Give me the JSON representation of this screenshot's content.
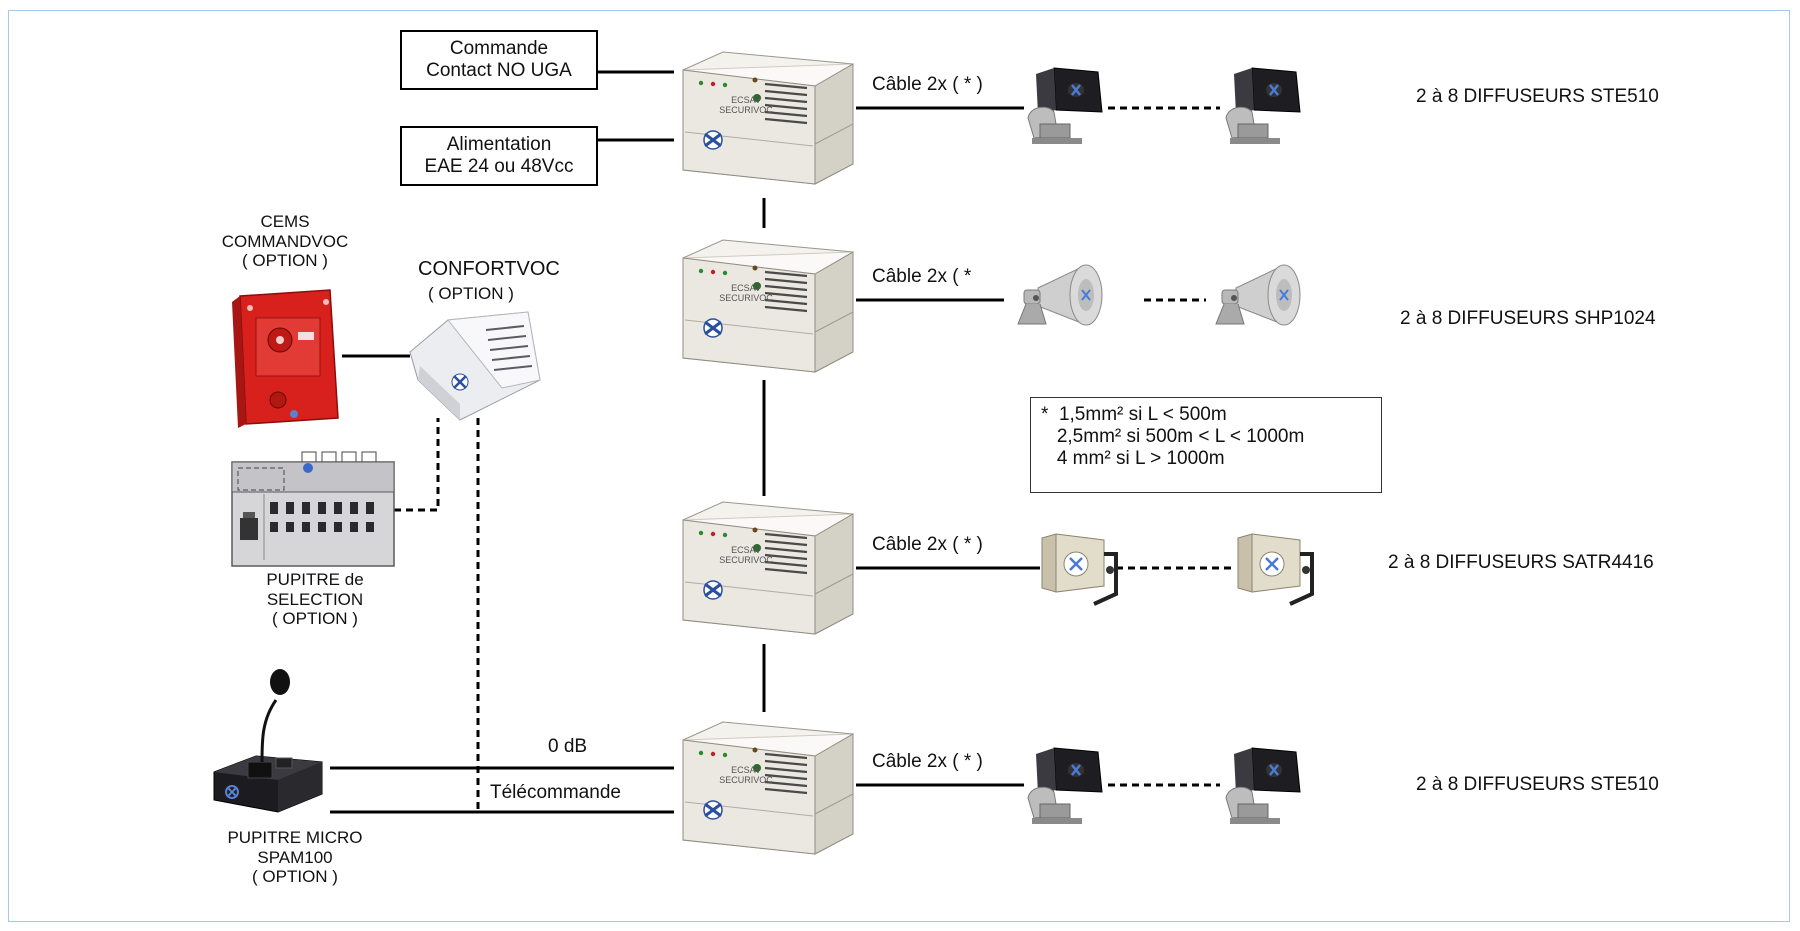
{
  "top_boxes": {
    "commande": [
      "Commande",
      "Contact NO UGA"
    ],
    "alimentation": [
      "Alimentation",
      "EAE 24 ou 48Vcc"
    ]
  },
  "options": {
    "cems": [
      "CEMS",
      "COMMANDVOC",
      "( OPTION )"
    ],
    "confortvoc": [
      "CONFORTVOC",
      "( OPTION )"
    ],
    "pupitre_selection": [
      "PUPITRE de",
      "SELECTION",
      "( OPTION )"
    ],
    "pupitre_micro": [
      "PUPITRE MICRO",
      "SPAM100",
      "( OPTION )"
    ]
  },
  "ecsav_label": [
    "ECSAV",
    "SECURIVOC"
  ],
  "links": {
    "row1": "Câble 2x ( * )",
    "row2": "Câble 2x ( *",
    "row3": "Câble 2x ( * )",
    "row4": "Câble 2x ( * )",
    "zero_db": "0 dB",
    "telecommande": "Télécommande"
  },
  "diffuseurs": {
    "row1": "2 à 8 DIFFUSEURS STE510",
    "row2": "2 à 8 DIFFUSEURS SHP1024",
    "row3": "2 à 8 DIFFUSEURS SATR4416",
    "row4": "2 à 8 DIFFUSEURS STE510"
  },
  "cable_note": [
    "*  1,5mm² si L < 500m",
    "   2,5mm² si 500m < L < 1000m",
    "   4 mm² si L > 1000m"
  ],
  "colors": {
    "unit_body": "#eae8e0",
    "cems_red": "#d8201c",
    "speaker_dark": "#1e1e22",
    "horn_grey": "#c9c9c9",
    "frame_border": "#a8c8e8"
  },
  "icons": {
    "ecsav_unit": "ecsav-securivoc-unit-icon",
    "speaker_ste510": "ste510-speaker-icon",
    "speaker_shp1024": "shp1024-horn-icon",
    "speaker_satr4416": "satr4416-speaker-icon",
    "cems": "cems-commandvoc-icon",
    "confortvoc": "confortvoc-icon",
    "pupitre_selection": "selection-desk-icon",
    "pupitre_micro": "microphone-desk-icon"
  }
}
